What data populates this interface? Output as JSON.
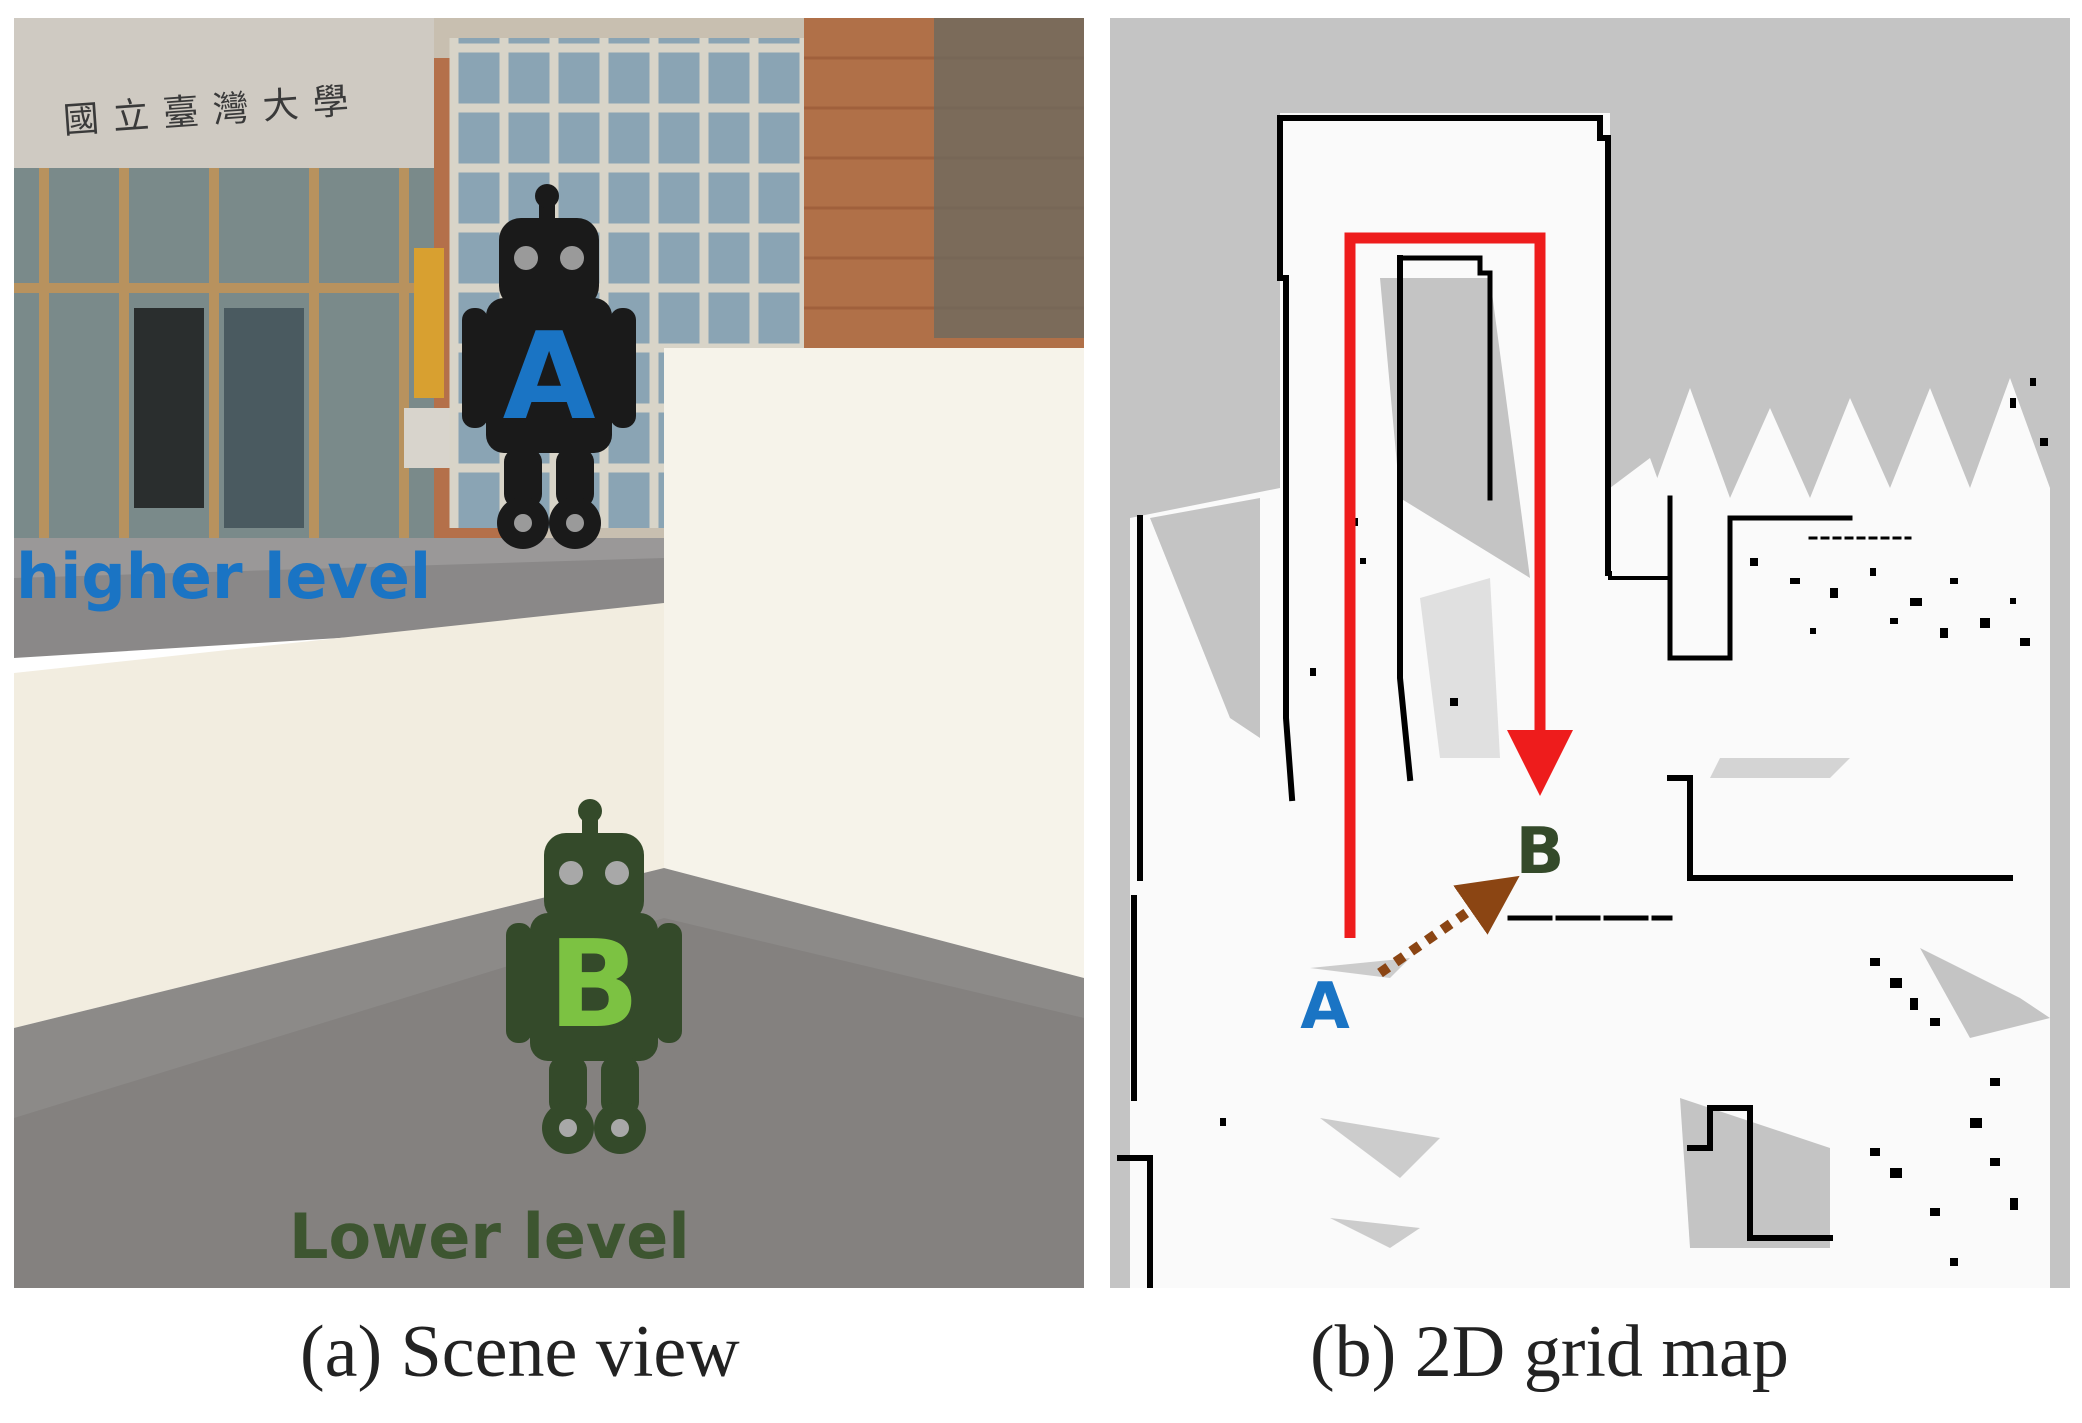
{
  "scene": {
    "caption": "(a) Scene view",
    "sign_text": "國立臺灣大學",
    "robot_a_letter": "A",
    "robot_b_letter": "B",
    "higher_label": "higher level",
    "lower_label": "Lower level",
    "colors": {
      "robot_a": "#1a1a1a",
      "robot_a_letter": "#1a74c4",
      "robot_b": "#344a2a",
      "robot_b_letter": "#7cc242",
      "higher_label": "#1a74c4",
      "lower_label": "#3d5530"
    }
  },
  "map": {
    "caption": "(b) 2D grid map",
    "point_a_label": "A",
    "point_b_label": "B",
    "colors": {
      "unknown": "#c4c4c4",
      "free": "#fafafa",
      "obstacle": "#000000",
      "path": "#ee1c1c",
      "shortcut": "#8b4513",
      "label_a": "#1a74c4",
      "label_b": "#344a2a"
    }
  }
}
